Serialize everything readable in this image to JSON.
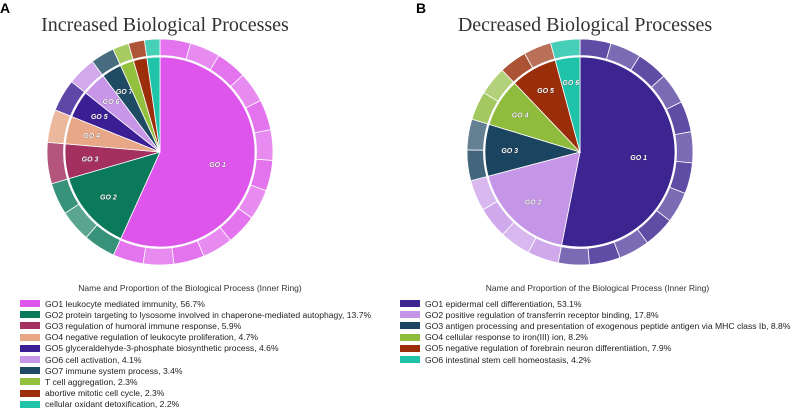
{
  "panel_letters": [
    "A",
    "B"
  ],
  "chart_data": [
    {
      "type": "pie",
      "title": "Increased Biological Processes",
      "legend_title": "Name and Proportion of the Biological Process (Inner Ring)",
      "inner_series": [
        {
          "label": "GO 1",
          "name": "GO1 leukocyte mediated immunity, 56.7%",
          "value": 56.7,
          "color": "#dd55ea"
        },
        {
          "label": "GO 2",
          "name": "GO2 protein targeting to lysosome involved in chaperone-mediated autophagy, 13.7%",
          "value": 13.7,
          "color": "#0b7a5b"
        },
        {
          "label": "GO 3",
          "name": "GO3 regulation of humoral immune response, 5.9%",
          "value": 5.9,
          "color": "#a3305e"
        },
        {
          "label": "GO 4",
          "name": "GO4 negative regulation of leukocyte proliferation, 4.7%",
          "value": 4.7,
          "color": "#e8a888"
        },
        {
          "label": "GO 5",
          "name": "GO5 glyceraldehyde-3-phosphate biosynthetic process, 4.6%",
          "value": 4.6,
          "color": "#3c1e94"
        },
        {
          "label": "GO 6",
          "name": "GO6 cell activation, 4.1%",
          "value": 4.1,
          "color": "#c796e8"
        },
        {
          "label": "GO 7",
          "name": "GO7 immune system process, 3.4%",
          "value": 3.4,
          "color": "#1e4b63"
        },
        {
          "label": "",
          "name": "T cell aggregation, 2.3%",
          "value": 2.3,
          "color": "#93c13e"
        },
        {
          "label": "",
          "name": "abortive mitotic cell cycle, 2.3%",
          "value": 2.3,
          "color": "#9c2e0b"
        },
        {
          "label": "",
          "name": "cellular oxidant detoxification, 2.2%",
          "value": 2.2,
          "color": "#20c4a8"
        }
      ]
    },
    {
      "type": "pie",
      "title": "Decreased Biological Processes",
      "legend_title": "Name and Proportion of the Biological Process (Inner Ring)",
      "inner_series": [
        {
          "label": "GO 1",
          "name": "GO1 epidermal cell differentiation, 53.1%",
          "value": 53.1,
          "color": "#3c2590"
        },
        {
          "label": "GO 2",
          "name": "GO2 positive regulation of transferrin receptor binding, 17.8%",
          "value": 17.8,
          "color": "#c596e8"
        },
        {
          "label": "GO 3",
          "name": "GO3 antigen processing and presentation of exogenous peptide antigen via MHC class Ib, 8.8%",
          "value": 8.8,
          "color": "#1b4460"
        },
        {
          "label": "GO 4",
          "name": "GO4 cellular response to iron(III) ion, 8.2%",
          "value": 8.2,
          "color": "#8fbc3c"
        },
        {
          "label": "GO 5",
          "name": "GO5 negative regulation of forebrain neuron differentiation, 7.9%",
          "value": 7.9,
          "color": "#9a2d0a"
        },
        {
          "label": "GO 6",
          "name": "GO6 intestinal stem cell homeostasis, 4.2%",
          "value": 4.2,
          "color": "#1fc3aa"
        }
      ]
    }
  ]
}
